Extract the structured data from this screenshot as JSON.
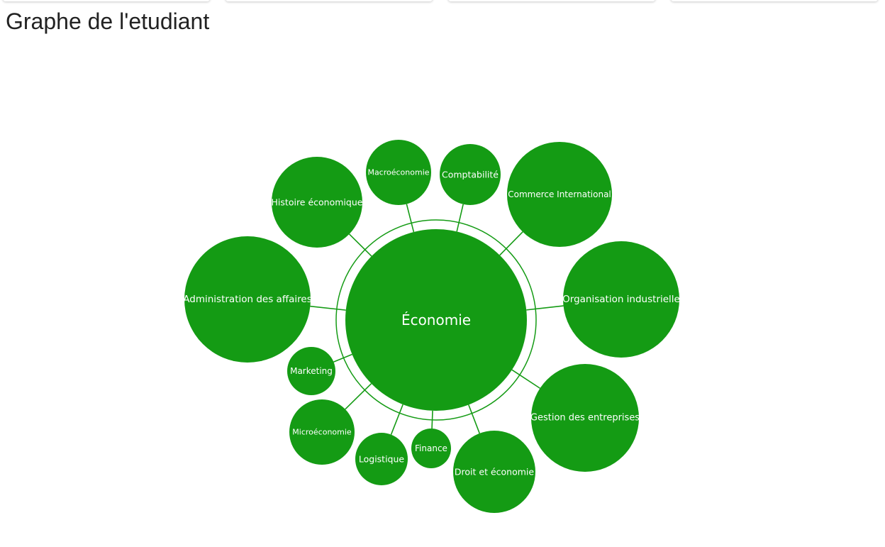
{
  "page": {
    "title": "Graphe de l'etudiant"
  },
  "graph": {
    "color": "#149b14",
    "center": {
      "label": "Économie"
    },
    "nodes": [
      {
        "label": "Macroéconomie"
      },
      {
        "label": "Comptabilité"
      },
      {
        "label": "Commerce International"
      },
      {
        "label": "Organisation industrielle"
      },
      {
        "label": "Gestion des entreprises"
      },
      {
        "label": "Droit et économie"
      },
      {
        "label": "Finance"
      },
      {
        "label": "Logistique"
      },
      {
        "label": "Microéconomie"
      },
      {
        "label": "Marketing"
      },
      {
        "label": "Administration des affaires"
      },
      {
        "label": "Histoire économique"
      }
    ]
  }
}
